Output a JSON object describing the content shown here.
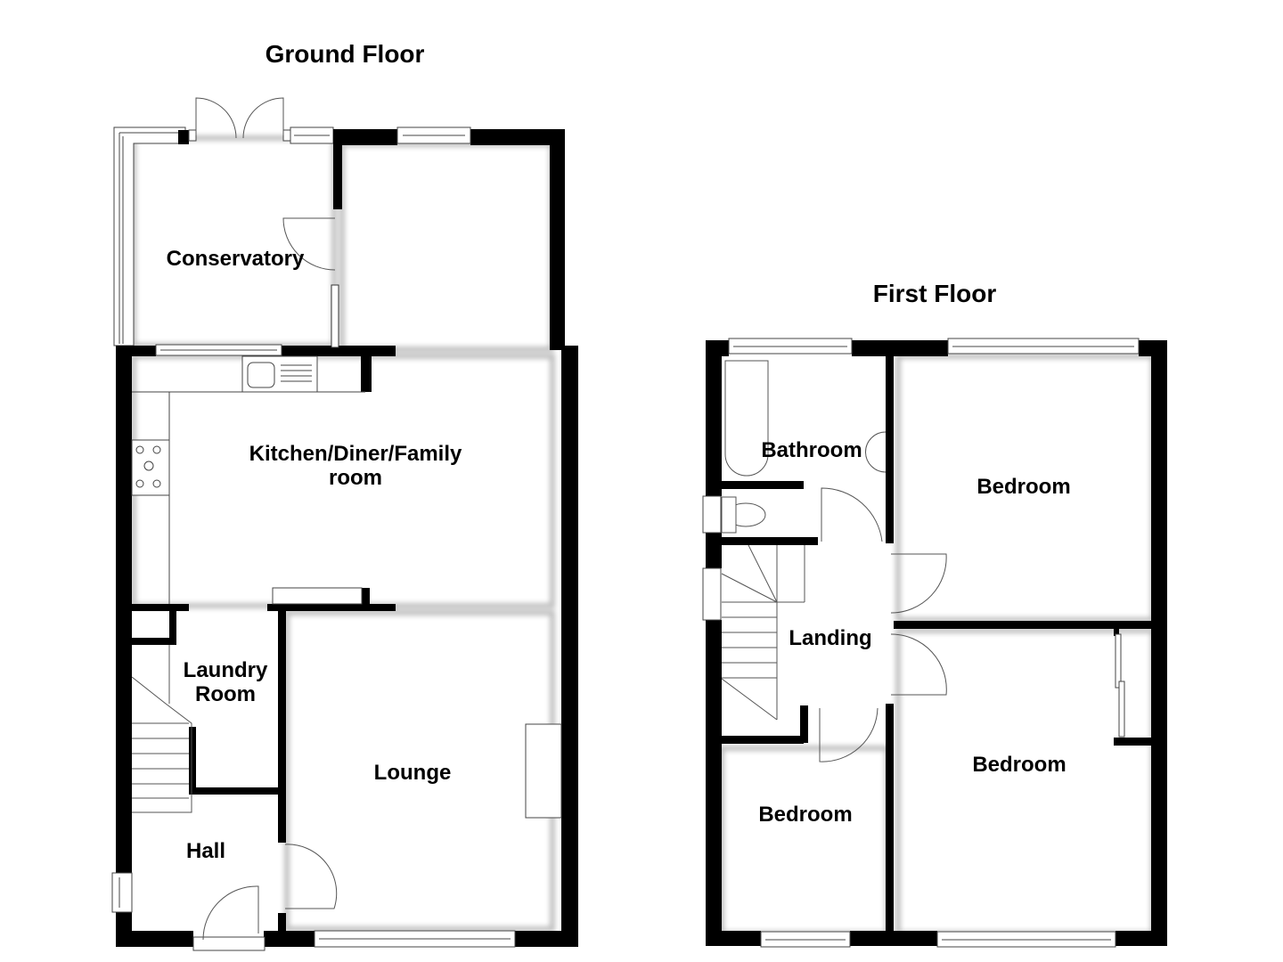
{
  "floors": [
    {
      "title": "Ground Floor",
      "rooms": [
        {
          "name": "Conservatory"
        },
        {
          "name": "Kitchen/Diner/Family\nroom"
        },
        {
          "name": "Laundry\nRoom"
        },
        {
          "name": "Lounge"
        },
        {
          "name": "Hall"
        }
      ]
    },
    {
      "title": "First Floor",
      "rooms": [
        {
          "name": "Bathroom"
        },
        {
          "name": "Bedroom"
        },
        {
          "name": "Landing"
        },
        {
          "name": "Bedroom"
        },
        {
          "name": "Bedroom"
        }
      ]
    }
  ],
  "colors": {
    "wall": "#000000",
    "fixture_line": "#555555",
    "background": "#ffffff"
  }
}
